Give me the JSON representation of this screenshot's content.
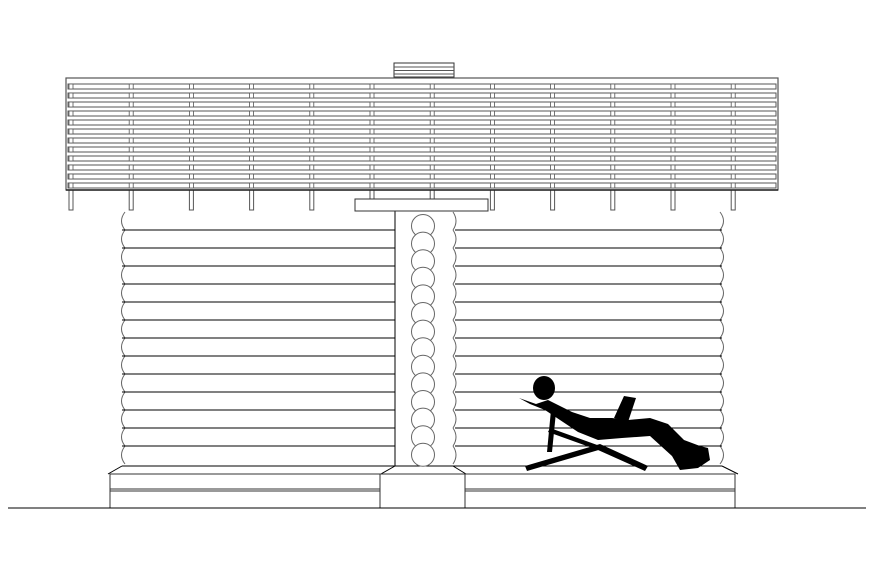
{
  "drawing": {
    "subject": "log-cabin-elevation",
    "line_color": "#000000",
    "roof_line_color": "#555555",
    "background": "#ffffff",
    "log_courses": 14,
    "figure": "person-reclining-in-deck-chair-with-laptop"
  }
}
